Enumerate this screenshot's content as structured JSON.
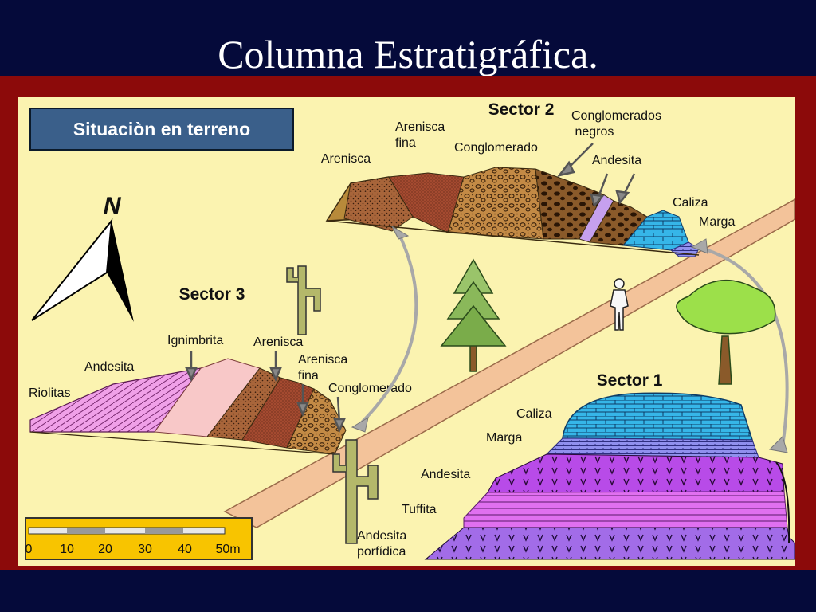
{
  "page_title": "Columna Estratigráfica.",
  "info_box": "Situaciòn en terreno",
  "north_label": "N",
  "colors": {
    "background": "#050a3a",
    "frame": "#8c0a0a",
    "panel": "#fbf3b0",
    "road": "#f3c39a",
    "info_box": "#3a5f8a"
  },
  "sectors": {
    "sector1": {
      "title": "Sector 1",
      "layers": [
        "Caliza",
        "Marga",
        "Andesita",
        "Tuffita",
        "Andesita porfídica"
      ]
    },
    "sector2": {
      "title": "Sector 2",
      "layers": [
        "Arenisca",
        "Arenisca fina",
        "Conglomerado",
        "Conglomerados negros",
        "Andesita",
        "Caliza",
        "Marga"
      ]
    },
    "sector3": {
      "title": "Sector 3",
      "layers": [
        "Riolitas",
        "Andesita",
        "Ignimbrita",
        "Arenisca",
        "Arenisca fina",
        "Conglomerado"
      ]
    }
  },
  "scale": {
    "ticks": [
      "0",
      "10",
      "20",
      "30",
      "40",
      "50m"
    ]
  }
}
